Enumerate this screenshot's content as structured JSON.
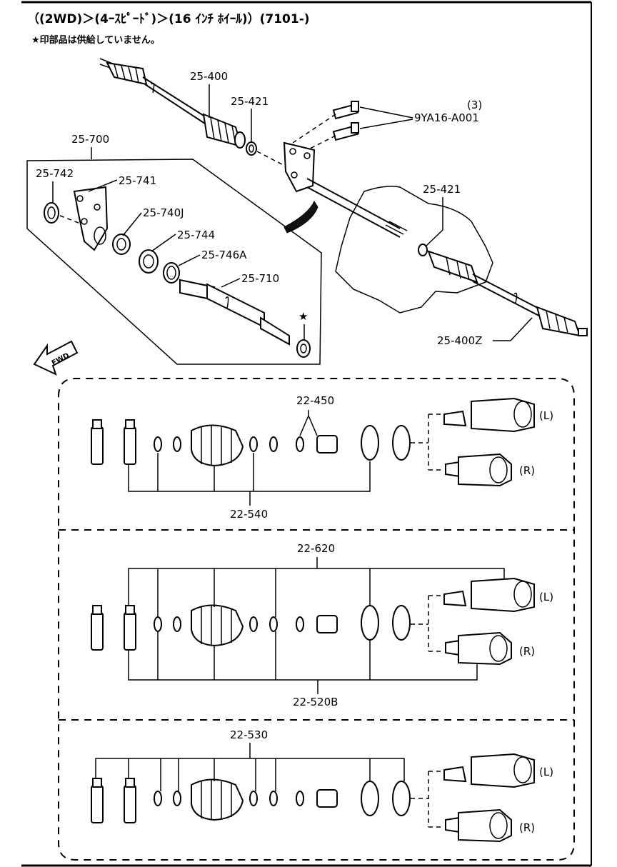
{
  "header": {
    "title": "（(2WD)＞(4ｰｽﾋﾟｰﾄﾞ)＞(16 ｲﾝﾁ ﾎｲｰﾙ)）(7101-)",
    "note": "★印部品は供給していません。"
  },
  "fwd_label": "FWD",
  "callouts": {
    "c25_400": "25-400",
    "c25_421_upper": "25-421",
    "c3": "(3)",
    "c9YA16": "9YA16-A001",
    "c25_700": "25-700",
    "c25_742": "25-742",
    "c25_741": "25-741",
    "c25_740J": "25-740J",
    "c25_744": "25-744",
    "c25_746A": "25-746A",
    "c25_710": "25-710",
    "star": "★",
    "c25_421_lower": "25-421",
    "c25_400Z": "25-400Z"
  },
  "kits": [
    {
      "main": "22-450",
      "bottom": "22-540",
      "left": "(L)",
      "right": "(R)"
    },
    {
      "main": "22-620",
      "bottom": "22-520B",
      "left": "(L)",
      "right": "(R)"
    },
    {
      "main": "22-530",
      "left": "(L)",
      "right": "(R)"
    }
  ]
}
